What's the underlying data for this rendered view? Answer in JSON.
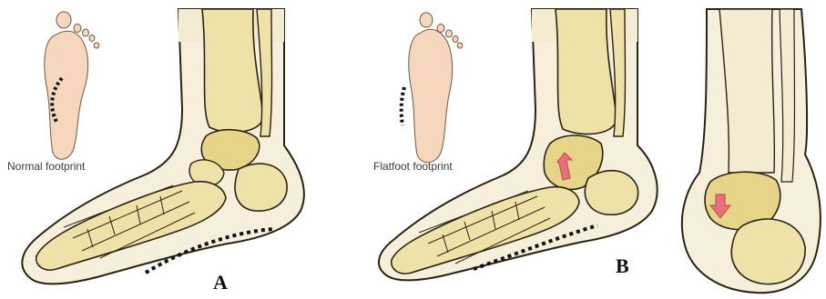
{
  "panels": [
    {
      "letter": "A",
      "caption": "Normal footprint"
    },
    {
      "letter": "B",
      "caption": "Flatfoot footprint"
    }
  ],
  "colors": {
    "bone_fill": "#efe2a8",
    "bone_shadow": "#d9c47a",
    "outline": "#2b2214",
    "skin": "#f3eee0",
    "leg_band": "#f4ecd0",
    "footprint": "#f6d6bd",
    "arrow": "#e8707a",
    "arch_line": "#111111"
  }
}
